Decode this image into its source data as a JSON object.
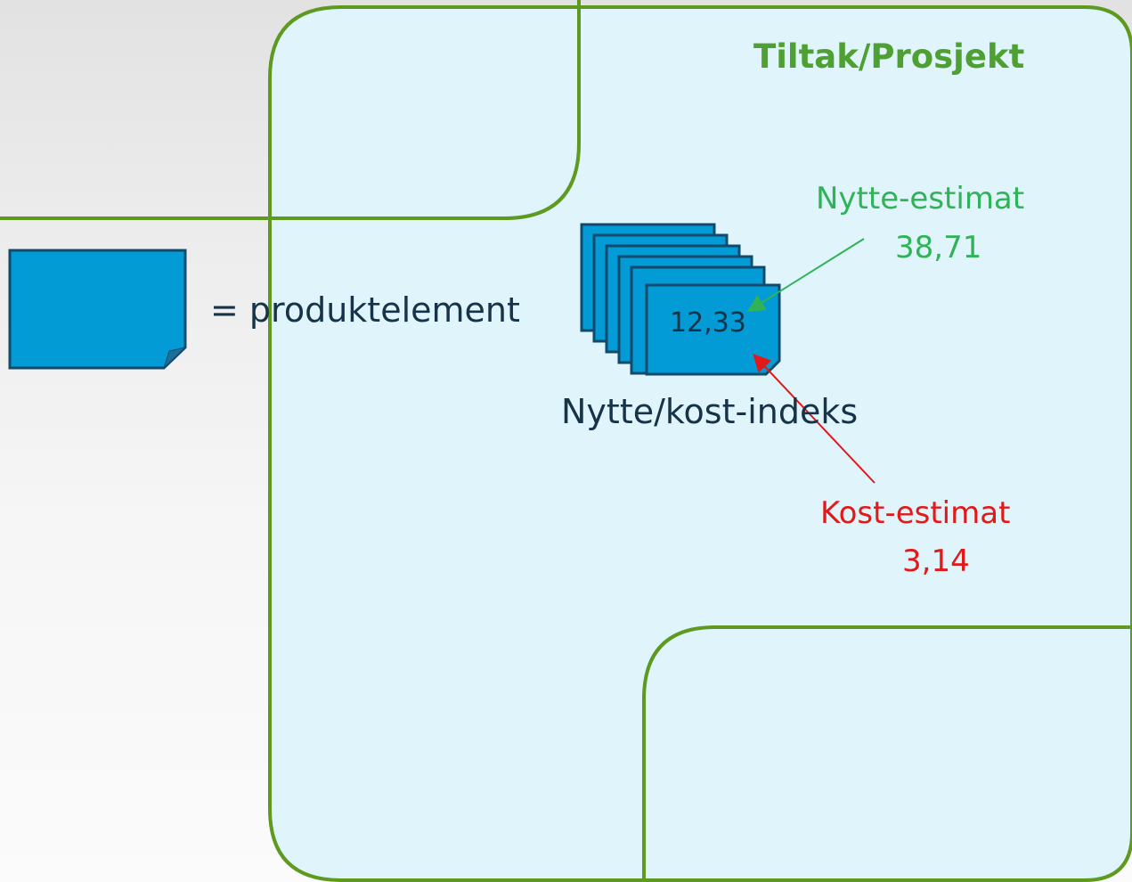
{
  "diagram": {
    "title": "Tiltak/Prosjekt",
    "legend_text": "= produktelement",
    "index_value": "12,33",
    "index_caption": "Nytte/kost-indeks",
    "benefit_label": "Nytte-estimat",
    "benefit_value": "38,71",
    "cost_label": "Kost-estimat",
    "cost_value": "3,14"
  },
  "colors": {
    "region_border": "#5e9a20",
    "region_fill": "#dff4fb",
    "card_fill": "#039bd6",
    "card_border": "#124a6c",
    "benefit": "#2fb356",
    "cost": "#e31818",
    "text": "#163347"
  }
}
